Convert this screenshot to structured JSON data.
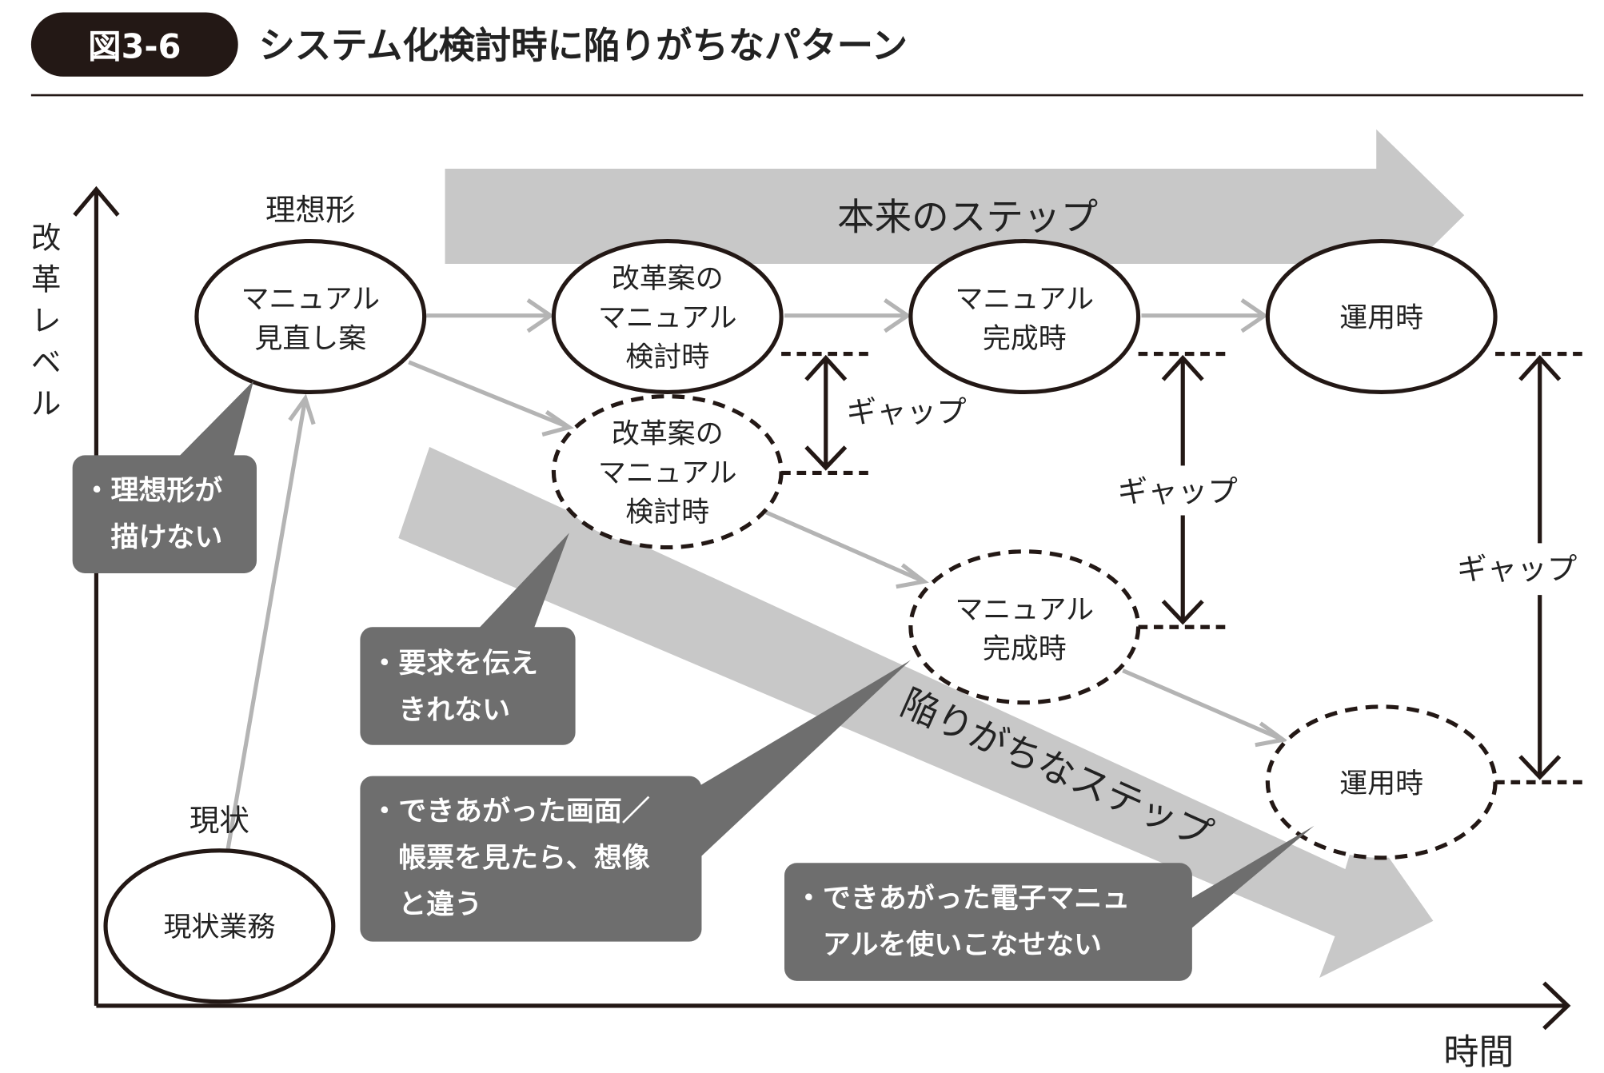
{
  "figure": {
    "badge": "図3-6",
    "title": "システム化検討時に陥りがちなパターン"
  },
  "axes": {
    "y_label": [
      "改",
      "革",
      "レ",
      "ベ",
      "ル"
    ],
    "x_label": "時間"
  },
  "arrows": {
    "ideal": "本来のステップ",
    "pitfall": "陥りがちなステップ"
  },
  "labels": {
    "ideal": "理想形",
    "current": "現状"
  },
  "nodes": {
    "ideal_plan": [
      "マニュアル",
      "見直し案"
    ],
    "reform_ideal": [
      "改革案の",
      "マニュアル",
      "検討時"
    ],
    "manual_done_ideal": [
      "マニュアル",
      "完成時"
    ],
    "operation_ideal": [
      "運用時"
    ],
    "reform_actual": [
      "改革案の",
      "マニュアル",
      "検討時"
    ],
    "manual_done_actual": [
      "マニュアル",
      "完成時"
    ],
    "operation_actual": [
      "運用時"
    ],
    "current_work": [
      "現状業務"
    ]
  },
  "gap_label": "ギャップ",
  "callouts": {
    "c1": [
      "・理想形が",
      "　描けない"
    ],
    "c2": [
      "・要求を伝え",
      "　きれない"
    ],
    "c3": [
      "・できあがった画面／",
      "　帳票を見たら、想像",
      "　と違う"
    ],
    "c4": [
      "・できあがった電子マニュ",
      "　アルを使いこなせない"
    ]
  },
  "colors": {
    "dark": "#231815",
    "callout": "#6e6e6e",
    "band": "#c8c8c8",
    "connector": "#b4b4b4"
  }
}
